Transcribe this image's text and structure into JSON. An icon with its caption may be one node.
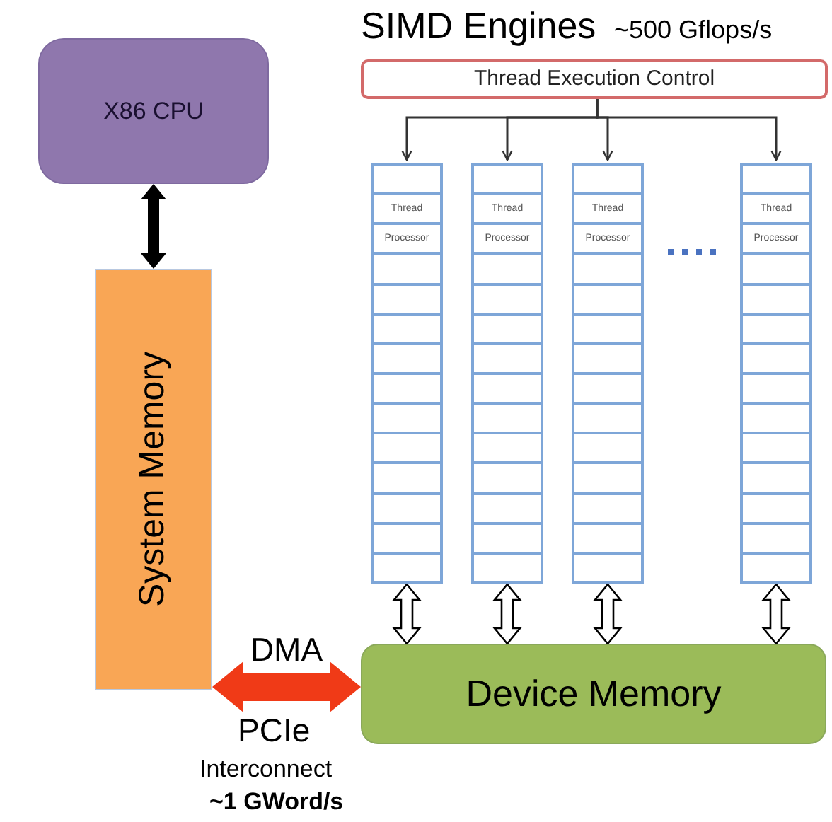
{
  "diagram": {
    "title": "SIMD Engines",
    "nodes": [
      {
        "text": [
          "X86 CPU"
        ]
      },
      {
        "text": [
          "System Memory"
        ]
      },
      {
        "text": [
          "Thread Execution Control"
        ]
      },
      {
        "text": [
          "Thread",
          "Processor"
        ]
      },
      {
        "text": [
          "Thread",
          "Processor"
        ]
      },
      {
        "text": [
          "Thread",
          "Processor"
        ]
      },
      {
        "text": [
          "Thread",
          "Processor"
        ]
      },
      {
        "text": [
          "Device Memory"
        ]
      }
    ],
    "edges": [
      {
        "from": 0,
        "to": 1,
        "arrow": "both",
        "style": "thick",
        "color": "#000000"
      },
      {
        "from": 2,
        "to": 3,
        "arrow": "to"
      },
      {
        "from": 2,
        "to": 4,
        "arrow": "to"
      },
      {
        "from": 2,
        "to": 5,
        "arrow": "to"
      },
      {
        "from": 2,
        "to": 6,
        "arrow": "to"
      },
      {
        "from": 3,
        "to": 7,
        "arrow": "both",
        "style": "thick"
      },
      {
        "from": 4,
        "to": 7,
        "arrow": "both",
        "style": "thick"
      },
      {
        "from": 5,
        "to": 7,
        "arrow": "both",
        "style": "thick"
      },
      {
        "from": 6,
        "to": 7,
        "arrow": "both",
        "style": "thick"
      },
      {
        "from": 1,
        "to": 7,
        "arrow": "both",
        "style": "thick",
        "color": "#f03a17",
        "label": "DMA"
      }
    ],
    "labels": [
      "~500 Gflops/s",
      "PCIe",
      "Interconnect",
      "~1 GWord/s"
    ]
  }
}
